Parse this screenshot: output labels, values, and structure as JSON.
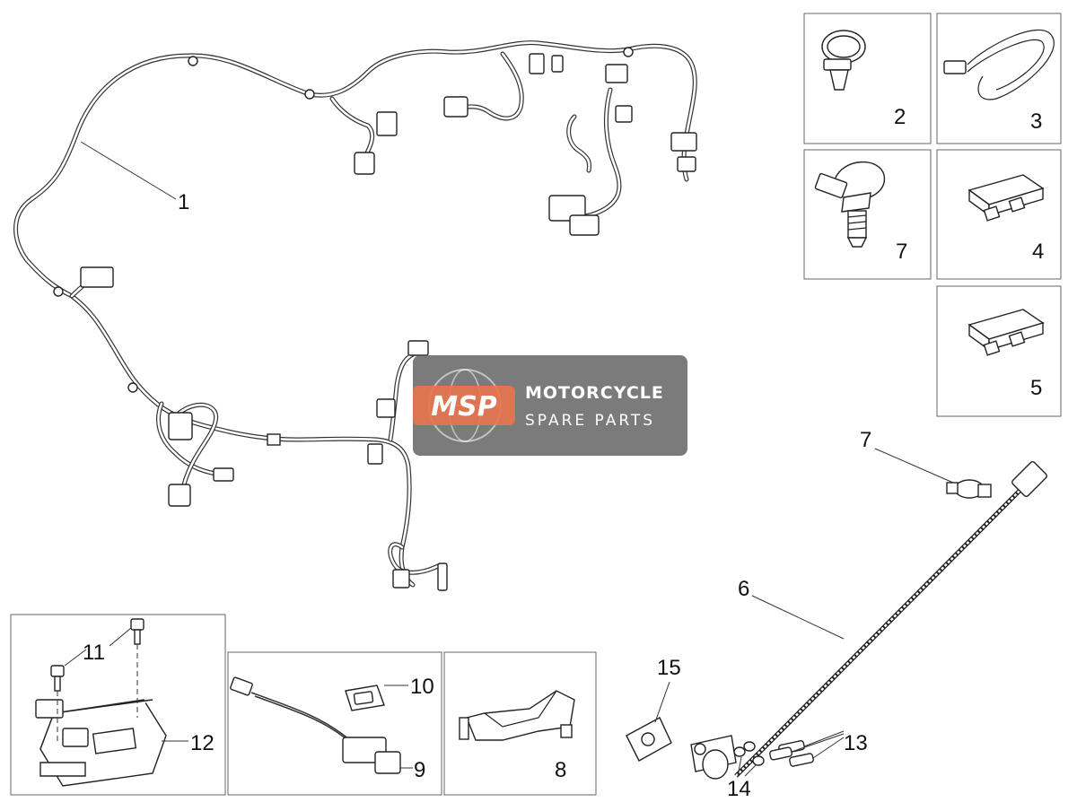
{
  "watermark": {
    "logo_text": "MSP",
    "title": "MOTORCYCLE",
    "subtitle": "SPARE PARTS"
  },
  "callouts": {
    "c1": "1",
    "c2": "2",
    "c3": "3",
    "c4": "4",
    "c5": "5",
    "c6": "6",
    "c7a": "7",
    "c7b": "7",
    "c8": "8",
    "c9": "9",
    "c10": "10",
    "c11": "11",
    "c12": "12",
    "c13": "13",
    "c14": "14",
    "c15": "15"
  },
  "colors": {
    "watermark_bg": "#5a5a5a",
    "watermark_logo": "#e8744f",
    "line_art": "#222222"
  }
}
